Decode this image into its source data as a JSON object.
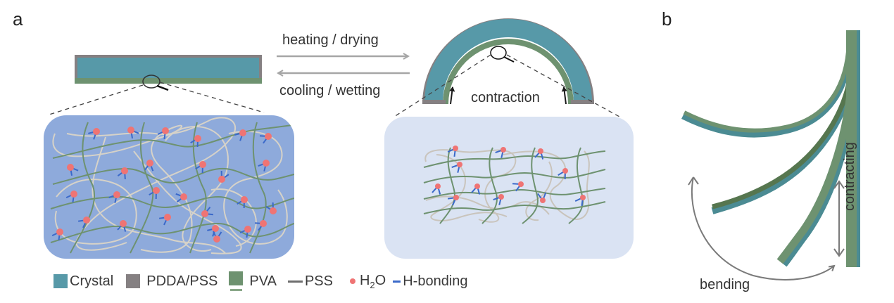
{
  "figure": {
    "panel_a_label": "a",
    "panel_b_label": "b",
    "forward_process": "heating / drying",
    "reverse_process": "cooling / wetting",
    "arch_label": "contraction",
    "bending_label": "bending",
    "contracting_label": "contracting",
    "colors": {
      "crystal": "#5799a8",
      "pdda_pss": "#858082",
      "pva": "#6e9270",
      "pss": "#6e6e6e",
      "h2o": "#ef7474",
      "h_bonding": "#3b69c9",
      "expanded_bg": "#8eaadb",
      "contracted_bg": "#dae3f3",
      "process_arrow": "#a6a6a6"
    }
  },
  "legend": {
    "items": [
      {
        "label": "Crystal",
        "type": "square",
        "color": "#5799a8"
      },
      {
        "label": "PDDA/PSS",
        "type": "square",
        "color": "#858082"
      },
      {
        "label": "PVA",
        "type": "square-line",
        "color": "#6e9270"
      },
      {
        "label": "PSS",
        "type": "line",
        "color": "#6e6e6e"
      },
      {
        "label_main": "H",
        "label_sub": "2",
        "label_tail": "O",
        "type": "dot",
        "color": "#ef7474"
      },
      {
        "label": "H-bonding",
        "type": "line",
        "color": "#3b69c9"
      }
    ]
  }
}
